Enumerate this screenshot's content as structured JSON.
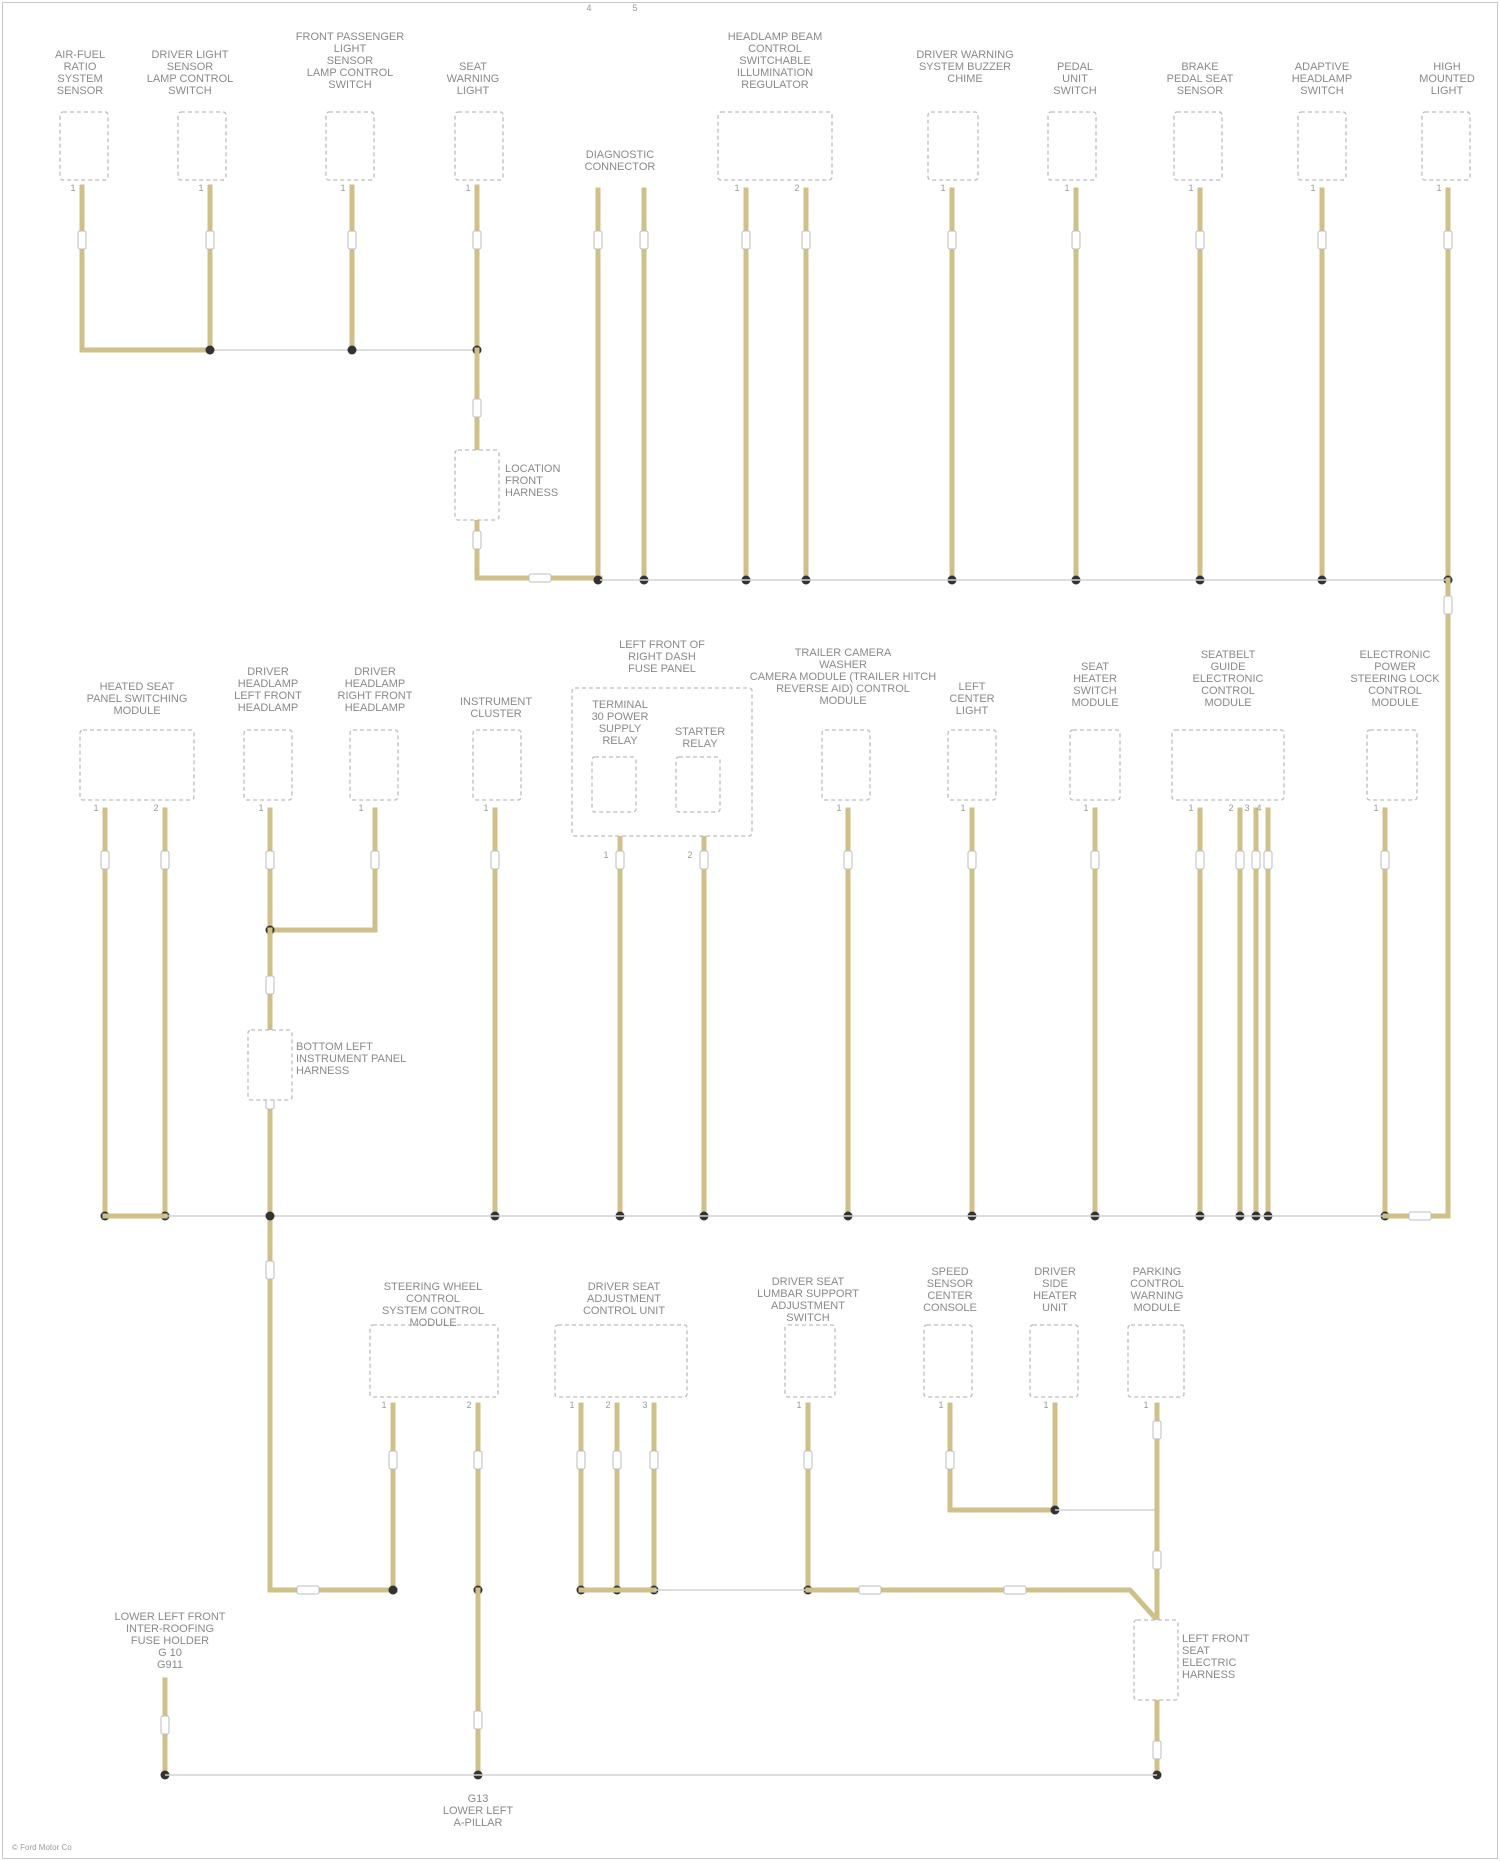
{
  "diagram": {
    "title": "",
    "components": {
      "c1": {
        "label": [
          "AIR-FUEL",
          "RATIO",
          "SYSTEM",
          "SENSOR"
        ],
        "pin": "1"
      },
      "c2": {
        "label": [
          "DRIVER LIGHT",
          "SENSOR",
          "LAMP CONTROL",
          "SWITCH"
        ],
        "pin": "1"
      },
      "c3": {
        "label": [
          "FRONT PASSENGER",
          "LIGHT",
          "SENSOR",
          "LAMP CONTROL",
          "SWITCH"
        ],
        "pin": "1"
      },
      "c4": {
        "label": [
          "SEAT",
          "WARNING",
          "LIGHT"
        ],
        "pin": "1"
      },
      "c5": {
        "label": [
          "DIAGNOSTIC",
          "CONNECTOR"
        ],
        "pins": [
          "4",
          "5"
        ]
      },
      "c6": {
        "label": [
          "HEADLAMP BEAM",
          "CONTROL",
          "SWITCHABLE",
          "ILLUMINATION",
          "REGULATOR"
        ],
        "pins": [
          "1",
          "2"
        ]
      },
      "c7": {
        "label": [
          "DRIVER WARNING",
          "SYSTEM BUZZER",
          "CHIME"
        ],
        "pin": "1"
      },
      "c8": {
        "label": [
          "PEDAL",
          "UNIT",
          "SWITCH"
        ],
        "pin": "1"
      },
      "c9": {
        "label": [
          "BRAKE",
          "PEDAL SEAT",
          "SENSOR"
        ],
        "pin": "1"
      },
      "c10": {
        "label": [
          "ADAPTIVE",
          "HEADLAMP",
          "SWITCH"
        ],
        "pin": "1"
      },
      "c11": {
        "label": [
          "HIGH",
          "MOUNTED",
          "LIGHT"
        ],
        "pin": "1"
      },
      "c12": {
        "label": [
          "HEATED SEAT",
          "PANEL SWITCHING",
          "MODULE"
        ],
        "pins": [
          "1",
          "2"
        ]
      },
      "c13": {
        "label": [
          "DRIVER",
          "HEADLAMP",
          "LEFT FRONT",
          "HEADLAMP"
        ],
        "pin": "1"
      },
      "c14": {
        "label": [
          "DRIVER",
          "HEADLAMP",
          "RIGHT FRONT",
          "HEADLAMP"
        ],
        "pin": "1"
      },
      "c15": {
        "label": [
          "INSTRUMENT",
          "CLUSTER"
        ],
        "pin": "1"
      },
      "c16": {
        "label": [
          "TRAILER CAMERA",
          "WASHER",
          "CAMERA MODULE (TRAILER HITCH",
          "REVERSE AID) CONTROL",
          "MODULE"
        ],
        "pin": "1"
      },
      "c17": {
        "label": [
          "LEFT",
          "CENTER",
          "LIGHT"
        ],
        "pin": "1"
      },
      "c18": {
        "label": [
          "SEAT",
          "HEATER",
          "SWITCH",
          "MODULE"
        ],
        "pin": "1"
      },
      "c19": {
        "label": [
          "SEATBELT",
          "GUIDE",
          "ELECTRONIC",
          "CONTROL",
          "MODULE"
        ],
        "pins": [
          "1",
          "2",
          "3",
          "4"
        ]
      },
      "c20": {
        "label": [
          "ELECTRONIC",
          "POWER",
          "STEERING LOCK",
          "CONTROL",
          "MODULE"
        ],
        "pin": "1"
      },
      "c21": {
        "label": [
          "STEERING WHEEL",
          "CONTROL",
          "SYSTEM CONTROL",
          "MODULE"
        ],
        "pins": [
          "1",
          "2"
        ]
      },
      "c22": {
        "label": [
          "DRIVER SEAT",
          "ADJUSTMENT",
          "CONTROL UNIT"
        ],
        "pins": [
          "1",
          "2",
          "3"
        ]
      },
      "c23": {
        "label": [
          "DRIVER SEAT",
          "LUMBAR SUPPORT",
          "ADJUSTMENT",
          "SWITCH"
        ],
        "pin": "1"
      },
      "c24": {
        "label": [
          "SPEED",
          "SENSOR",
          "CENTER",
          "CONSOLE"
        ],
        "pin": "1"
      },
      "c25": {
        "label": [
          "DRIVER",
          "SIDE",
          "HEATER",
          "UNIT"
        ],
        "pin": "1"
      },
      "c26": {
        "label": [
          "PARKING",
          "CONTROL",
          "WARNING",
          "MODULE"
        ],
        "pin": "1"
      },
      "fusebox": {
        "label": [
          "LEFT FRONT OF",
          "RIGHT DASH",
          "FUSE PANEL"
        ],
        "relay1": [
          "TERMINAL",
          "30 POWER",
          "SUPPLY",
          "RELAY"
        ],
        "relay2": [
          "STARTER",
          "RELAY"
        ],
        "pins": [
          "1",
          "2"
        ]
      }
    },
    "splices": {
      "s1": [
        "LOCATION",
        "FRONT",
        "HARNESS"
      ],
      "s2": [
        "BOTTOM LEFT",
        "INSTRUMENT PANEL",
        "HARNESS"
      ],
      "s3": [
        "LEFT FRONT",
        "SEAT",
        "ELECTRIC",
        "HARNESS"
      ]
    },
    "grounds": {
      "g1": [
        "LOWER LEFT FRONT",
        "INTER-ROOFING",
        "FUSE HOLDER",
        "G 10",
        "G911"
      ],
      "g2": [
        "G13",
        "LOWER LEFT",
        "A-PILLAR"
      ]
    },
    "wire_tags": {
      "brown": "BRN",
      "black_brown": "BK/BN"
    },
    "footer": "© Ford Motor Co"
  }
}
